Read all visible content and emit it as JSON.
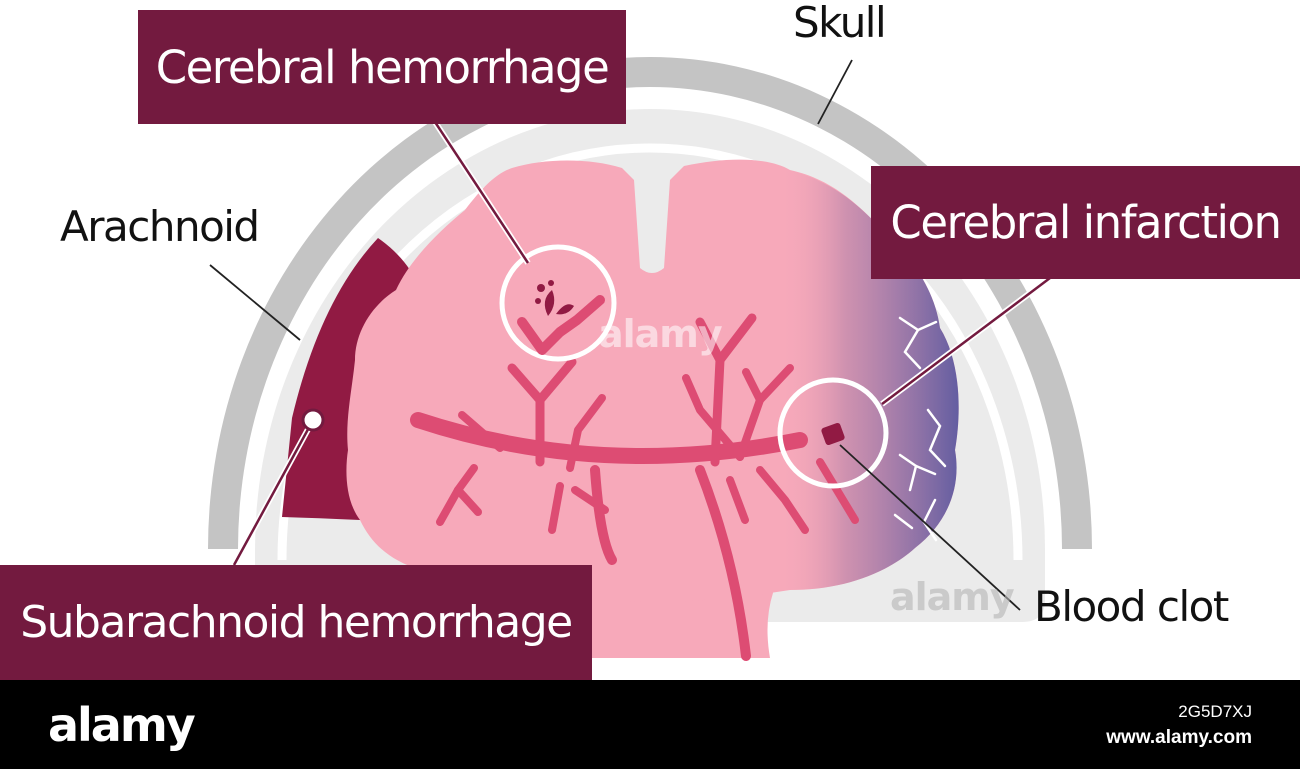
{
  "labels": {
    "cerebral_hemorrhage": "Cerebral hemorrhage",
    "cerebral_infarction": "Cerebral infarction",
    "subarachnoid_hemorrhage": "Subarachnoid hemorrhage",
    "skull": "Skull",
    "arachnoid": "Arachnoid",
    "blood_clot": "Blood clot"
  },
  "watermark": "alamy",
  "footer": {
    "logo": "alamy",
    "image_id": "2G5D7XJ",
    "url": "www.alamy.com"
  },
  "colors": {
    "label_box": "#731a3f",
    "skull": "#c4c4c4",
    "csf_space": "#ebebeb",
    "brain": "#f7a9ba",
    "vessels": "#dd4c73",
    "hemorrhage": "#911a43",
    "infarction": "#6f6aa7"
  }
}
